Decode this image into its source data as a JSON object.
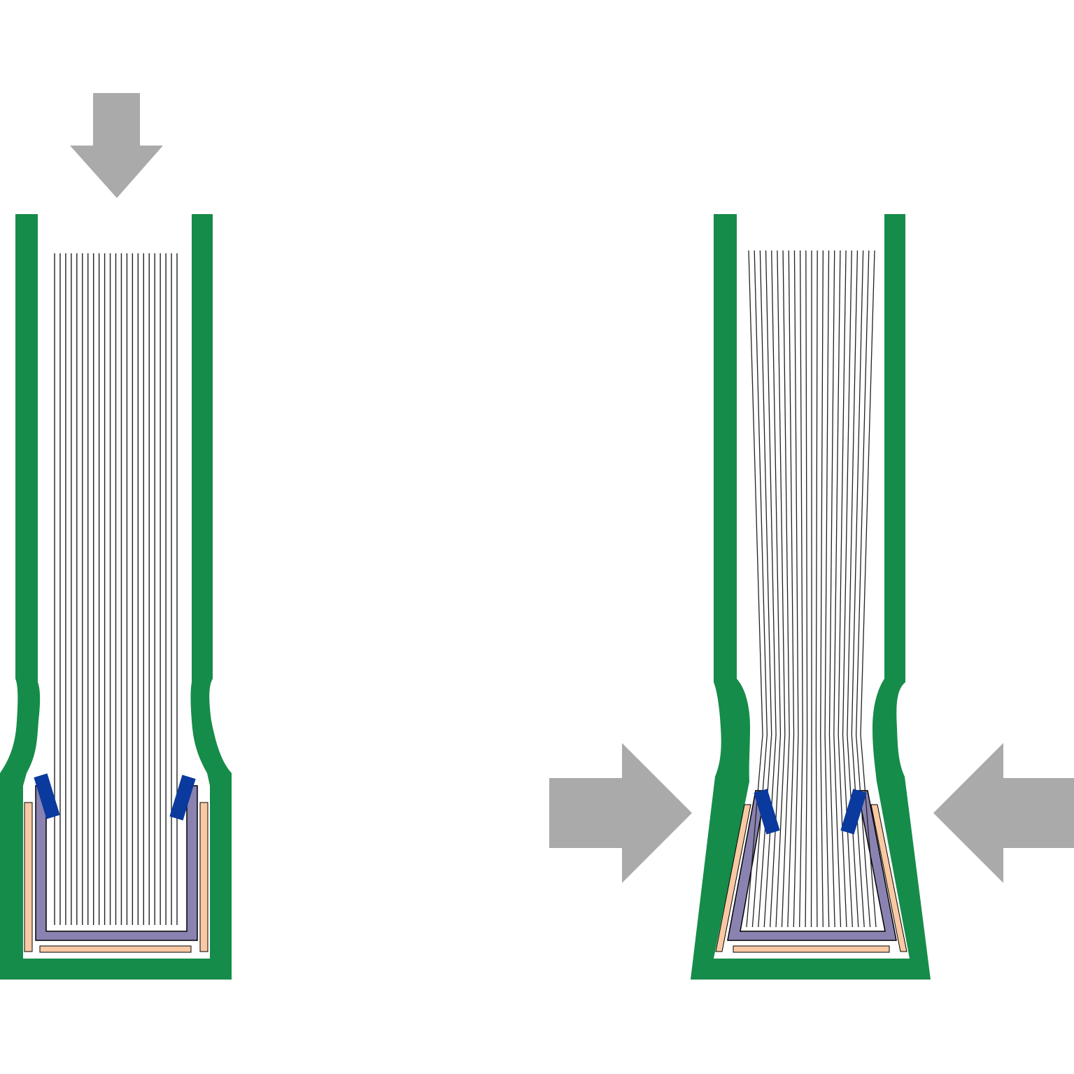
{
  "diagram": {
    "panels": [
      {
        "id": "before",
        "state": "uncompressed",
        "pressure_direction": "down",
        "lines_fan_out": false
      },
      {
        "id": "after",
        "state": "compressed",
        "pressure_direction": "inward-from-sides",
        "lines_fan_out": true
      }
    ],
    "line_count": 23,
    "colors": {
      "background": "#ffffff",
      "casing": "#168c4a",
      "arrow": "#aaaaaa",
      "sleeve": "#8a82b0",
      "strip": "#f9c9a3",
      "clip": "#0a3a9e",
      "line": "#222222",
      "outline": "#000000"
    }
  }
}
